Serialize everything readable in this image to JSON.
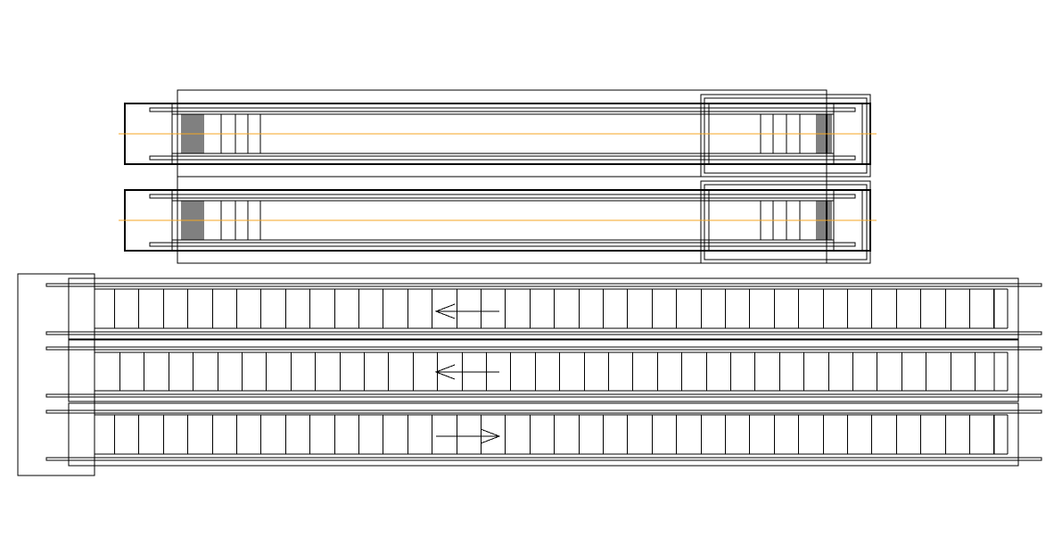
{
  "drawing": {
    "background": "#ffffff",
    "line_color": "#000000",
    "centerline_color": "#f5a623",
    "arrow_icon_names": [
      "arrow-left-icon",
      "arrow-left-icon",
      "arrow-right-icon"
    ],
    "escalators": [
      {
        "id": "top",
        "view": "plan",
        "centerline": true
      },
      {
        "id": "second",
        "view": "plan",
        "centerline": true
      }
    ],
    "walkways": [
      {
        "id": "lane-1",
        "direction": "left"
      },
      {
        "id": "lane-2",
        "direction": "left"
      },
      {
        "id": "lane-3",
        "direction": "right"
      }
    ]
  }
}
